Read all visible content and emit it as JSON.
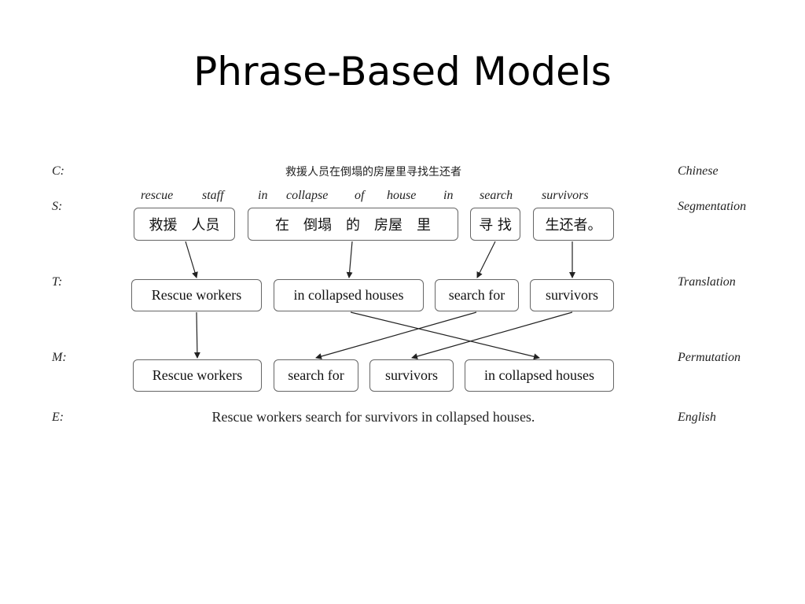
{
  "title": "Phrase-Based Models",
  "rows": {
    "c": {
      "label": "C:",
      "name": "Chinese"
    },
    "s": {
      "label": "S:",
      "name": "Segmentation"
    },
    "t": {
      "label": "T:",
      "name": "Translation"
    },
    "m": {
      "label": "M:",
      "name": "Permutation"
    },
    "e": {
      "label": "E:",
      "name": "English"
    }
  },
  "chinese_sentence": "救援人员在倒塌的房屋里寻找生还者",
  "gloss": [
    "rescue",
    "staff",
    "in",
    "collapse",
    "of",
    "house",
    "in",
    "search",
    "survivors"
  ],
  "segments": [
    "救援　人员",
    "在　倒塌　的　房屋　里",
    "寻 找",
    "生还者。"
  ],
  "translations": [
    "Rescue workers",
    "in collapsed houses",
    "search for",
    "survivors"
  ],
  "permutation": [
    "Rescue workers",
    "search for",
    "survivors",
    "in collapsed houses"
  ],
  "english_sentence": "Rescue workers search for survivors in collapsed houses.",
  "links": {
    "segment_to_translation": [
      [
        0,
        0
      ],
      [
        1,
        1
      ],
      [
        2,
        2
      ],
      [
        3,
        3
      ]
    ],
    "translation_to_permutation": [
      [
        0,
        0
      ],
      [
        1,
        3
      ],
      [
        2,
        1
      ],
      [
        3,
        2
      ]
    ]
  }
}
